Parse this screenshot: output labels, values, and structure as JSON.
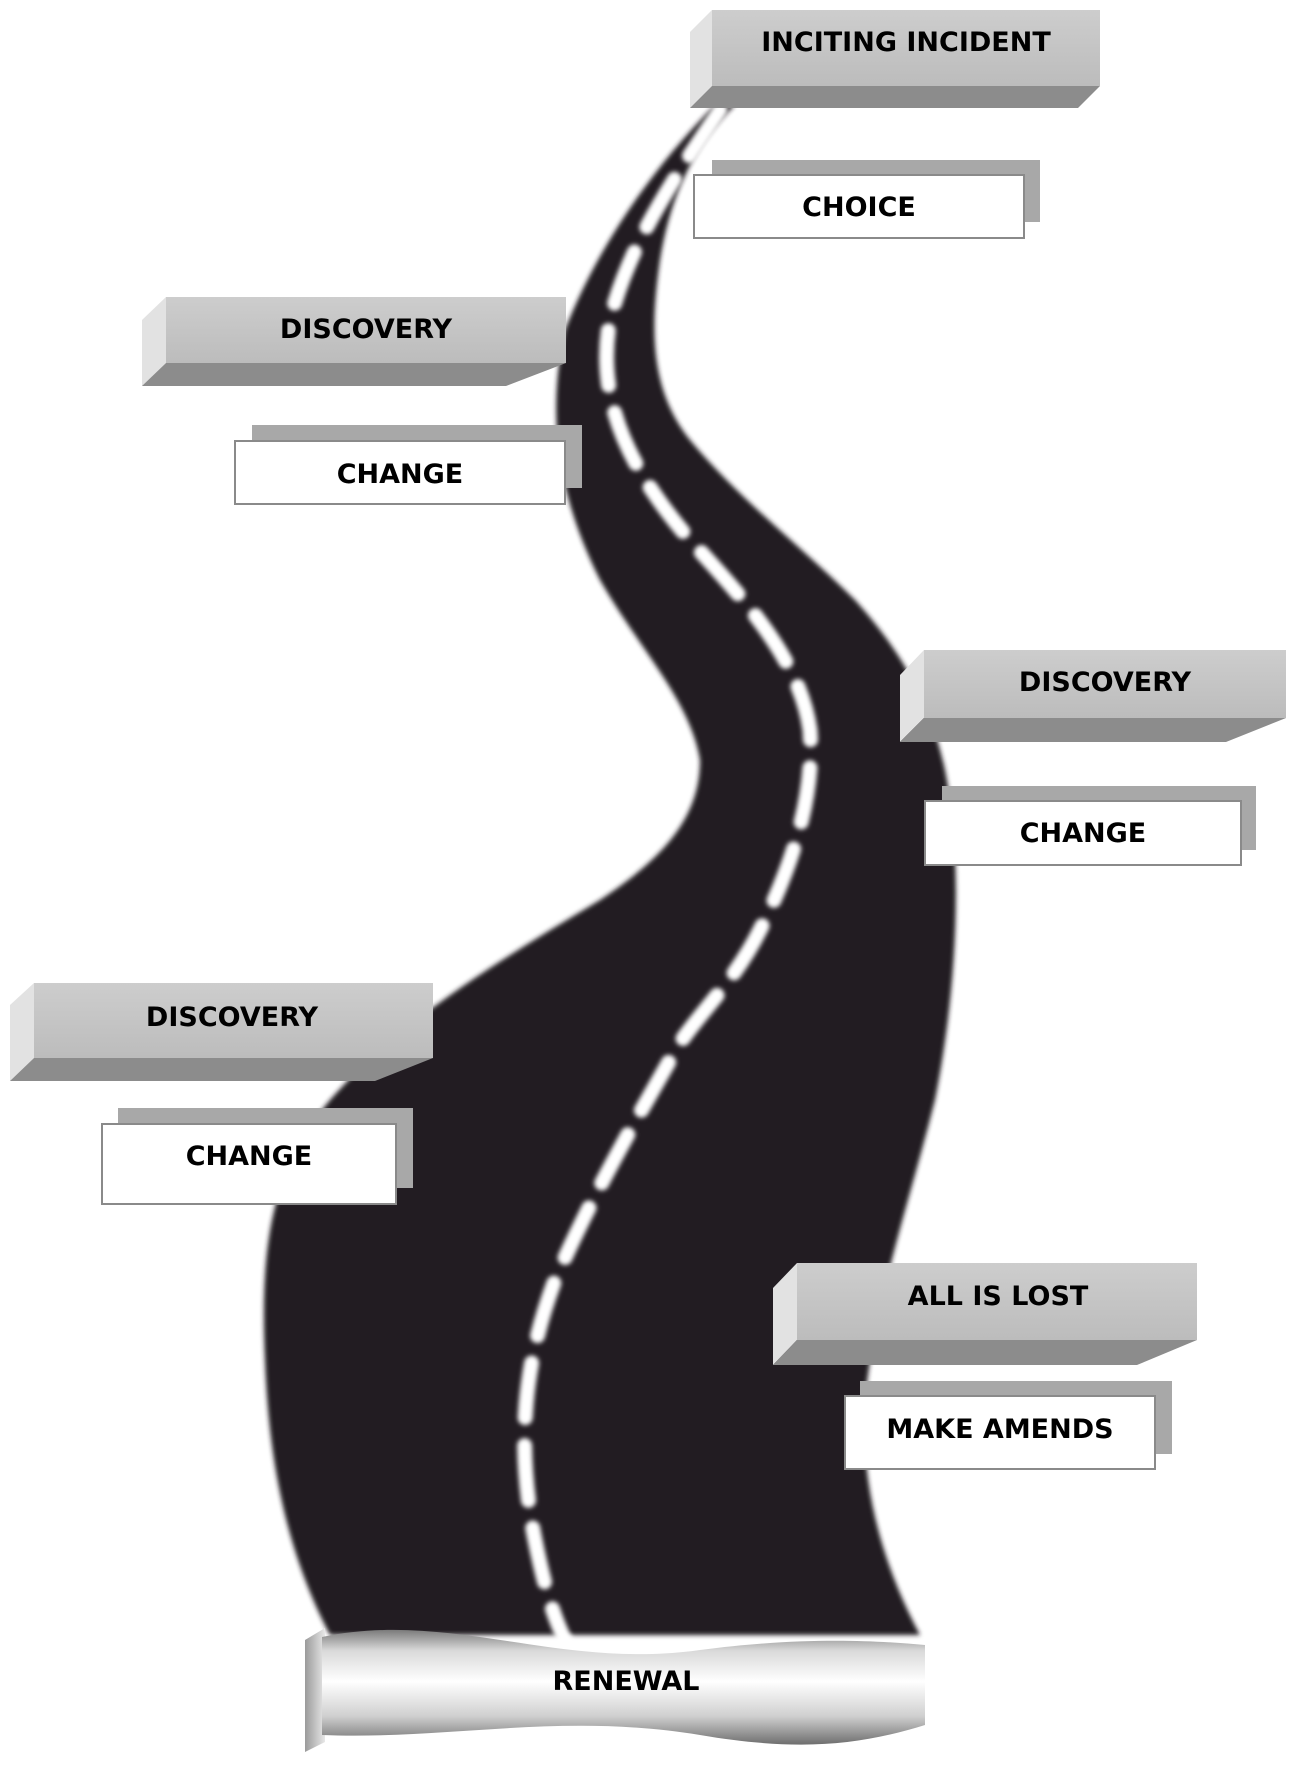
{
  "diagram": {
    "labels": {
      "inciting_incident": "INCITING INCIDENT",
      "choice": "CHOICE",
      "discovery_1": "DISCOVERY",
      "change_1": "CHANGE",
      "discovery_2": "DISCOVERY",
      "change_2": "CHANGE",
      "discovery_3": "DISCOVERY",
      "change_3": "CHANGE",
      "all_is_lost": "ALL IS LOST",
      "make_amends": "MAKE AMENDS",
      "renewal": "RENEWAL"
    },
    "colors": {
      "road": "#231f20",
      "lane_marking": "#ffffff",
      "tag_face": "#c4c4c4",
      "tag_side": "#e6e6e6",
      "tag_bottom": "#8c8c8c",
      "box_shadow": "#a8a8a8",
      "box_face": "#ffffff",
      "box_border": "#8a8a8a",
      "banner_light": "#f8f8f8",
      "banner_dark": "#8a8a8a"
    }
  }
}
